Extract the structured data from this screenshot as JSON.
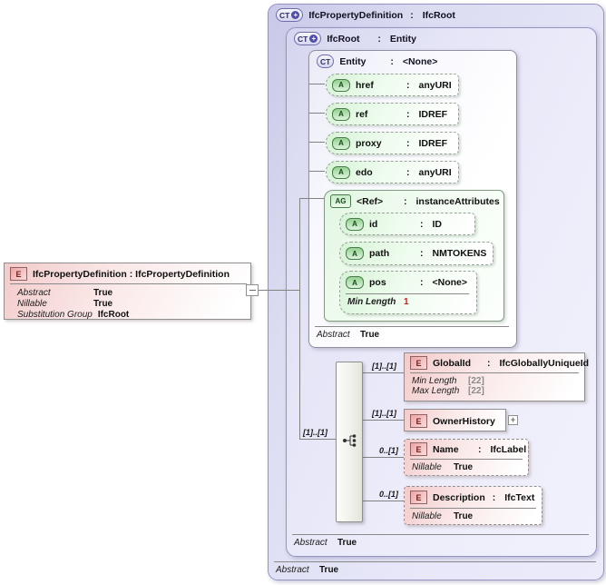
{
  "badges": {
    "complex_type": "CT",
    "element": "E",
    "attribute": "A",
    "attribute_group": "AG",
    "plus": "+"
  },
  "sep": {
    "colon": ":"
  },
  "palette": {
    "container_border": "#9494c4",
    "container_fill": "#e3e3f6",
    "element_fill": "#f3caca",
    "attribute_fill": "#d7f3d7",
    "line": "#828282",
    "facet_red": "#cc2020"
  },
  "left_element": {
    "title": "IfcPropertyDefinition : IfcPropertyDefinition",
    "rows": [
      {
        "label": "Abstract",
        "value": "True"
      },
      {
        "label": "Nillable",
        "value": "True"
      },
      {
        "label": "Substitution Group",
        "value": "IfcRoot"
      }
    ]
  },
  "outer_ct": {
    "name": "IfcPropertyDefinition",
    "base": "IfcRoot",
    "footer": {
      "label": "Abstract",
      "value": "True"
    }
  },
  "inner_ct": {
    "name": "IfcRoot",
    "base": "Entity",
    "footer": {
      "label": "Abstract",
      "value": "True"
    }
  },
  "entity_ct": {
    "name": "Entity",
    "base": "<None>",
    "footer": {
      "label": "Abstract",
      "value": "True"
    },
    "attributes": [
      {
        "name": "href",
        "type": "anyURI"
      },
      {
        "name": "ref",
        "type": "IDREF"
      },
      {
        "name": "proxy",
        "type": "IDREF"
      },
      {
        "name": "edo",
        "type": "anyURI"
      }
    ],
    "attr_group": {
      "name": "<Ref>",
      "type": "instanceAttributes",
      "attributes": [
        {
          "name": "id",
          "type": "ID"
        },
        {
          "name": "path",
          "type": "NMTOKENS"
        },
        {
          "name": "pos",
          "type": "<None>",
          "facets": [
            {
              "label": "Min Length",
              "value": "1"
            }
          ]
        }
      ]
    }
  },
  "sequence": {
    "cardinality": "[1]..[1]"
  },
  "elements": [
    {
      "name": "GlobalId",
      "type": "IfcGloballyUniqueId",
      "cardinality": "[1]..[1]",
      "facets": [
        {
          "label": "Min Length",
          "value": "[22]"
        },
        {
          "label": "Max Length",
          "value": "[22]"
        }
      ]
    },
    {
      "name": "OwnerHistory",
      "cardinality": "[1]..[1]"
    },
    {
      "name": "Name",
      "type": "IfcLabel",
      "cardinality": "0..[1]",
      "facets": [
        {
          "label": "Nillable",
          "value": "True"
        }
      ]
    },
    {
      "name": "Description",
      "type": "IfcText",
      "cardinality": "0..[1]",
      "facets": [
        {
          "label": "Nillable",
          "value": "True"
        }
      ]
    }
  ]
}
